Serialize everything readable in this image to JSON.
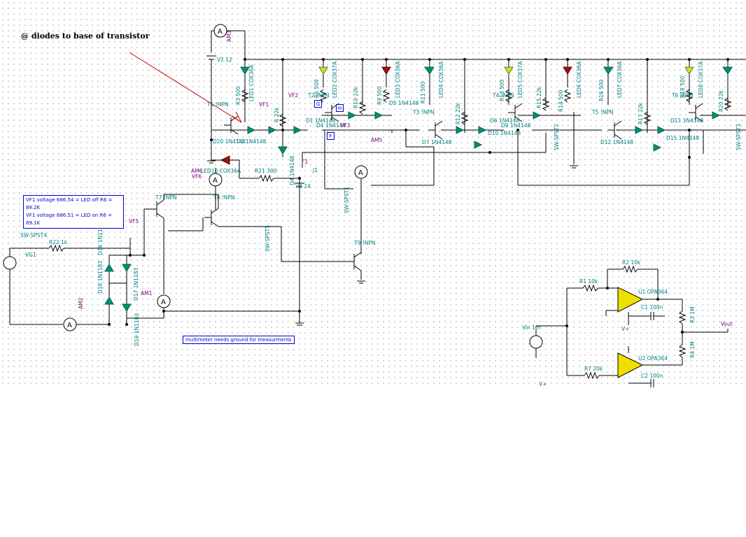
{
  "annotation": "@ diodes to base of transistor",
  "info_box": {
    "line1": "VF1 voltage 686.54 = LED off R6 = 89.2K",
    "line2": "VF1 voltage 686.51 = LED on  R6 = 89.1K"
  },
  "ground_note": "multimeter needs ground for measurments",
  "tags": {
    "g": "G",
    "h": "H",
    "f": "F"
  },
  "labels": {
    "am3": "AM3",
    "v2": "V2 12",
    "led1": "LED1 COX36A",
    "r3": "R3 500",
    "t1": "T1 !NPN",
    "vf1": "VF1",
    "vf2": "VF2",
    "d2": "D2 1N4148",
    "d20": "D20 1N4148",
    "r_22k_a": "R 22k",
    "t2": "T2 !NPN",
    "r5": "R5 500",
    "led2": "LED2 COX37A",
    "r10": "R10 22k",
    "d1": "D1 1N4148",
    "d4": "D4 1N4148",
    "vf3": "VF3",
    "r9": "R9 500",
    "led3": "LED3 COX36A",
    "d5": "D5 1N4148",
    "am5": "AM5",
    "r11": "R11 500",
    "led4": "LED4 COX36A",
    "t3": "T3 !NPN",
    "r12": "R12 22k",
    "d7": "D7 1N4148",
    "d10": "D10 1N4148",
    "r13": "R13 500",
    "led5": "LED5 COX37A",
    "t4": "T4 !NPN",
    "d6": "D6 1N4148",
    "d9": "D9 1N4148",
    "r15": "R15 22k",
    "r14": "R14 500",
    "led6": "LED6 COX36A",
    "sw_spst2": "SW-SPST2",
    "r16": "R16 500",
    "led7": "LED7 COX36A",
    "t5": "T5 !NPN",
    "r17": "R17 22k",
    "d12": "D12 1N4148",
    "d15": "D15 1N4148",
    "r18": "R18 500",
    "led8": "LED8 COX37A",
    "t6": "T6 !NPN",
    "d11": "D11 1N4148",
    "r20": "R20 22k",
    "sw_spst3": "SW-SPST3",
    "d4b": "D4 1N4148",
    "f1": "F1",
    "j1": "J1",
    "am6": "AM6",
    "led10": "LED10 COX36A",
    "r21": "R21 300",
    "v3": "V3 24",
    "vf6": "VF6",
    "t7": "T7 !NPN",
    "t8": "T8 !NPN",
    "sw_spst1": "SW-SPST1",
    "sw_spst5": "SW-SPST5",
    "t9": "T9 !NPN",
    "vf5": "VF5",
    "sw_spst4": "SW-SPST4",
    "r22": "R22 1k",
    "vg1": "VG1",
    "d16": "D16 1N1183",
    "d18": "D18 1N1183",
    "d17": "D17 1N1183",
    "d19": "D19 1N1183",
    "am1": "AM1",
    "am2": "AM2",
    "r2": "R2 10k",
    "r1": "R1 10k",
    "u1": "U1 OPA364",
    "c1": "C1 100n",
    "r3m": "R3 1M",
    "vout": "Vout",
    "vin": "Vin 1m",
    "vplus1": "V+",
    "r7": "R7 20k",
    "u2": "U2 OPA364",
    "c2": "C2 100n",
    "r4m": "R4 1M",
    "vplus2": "V+"
  }
}
